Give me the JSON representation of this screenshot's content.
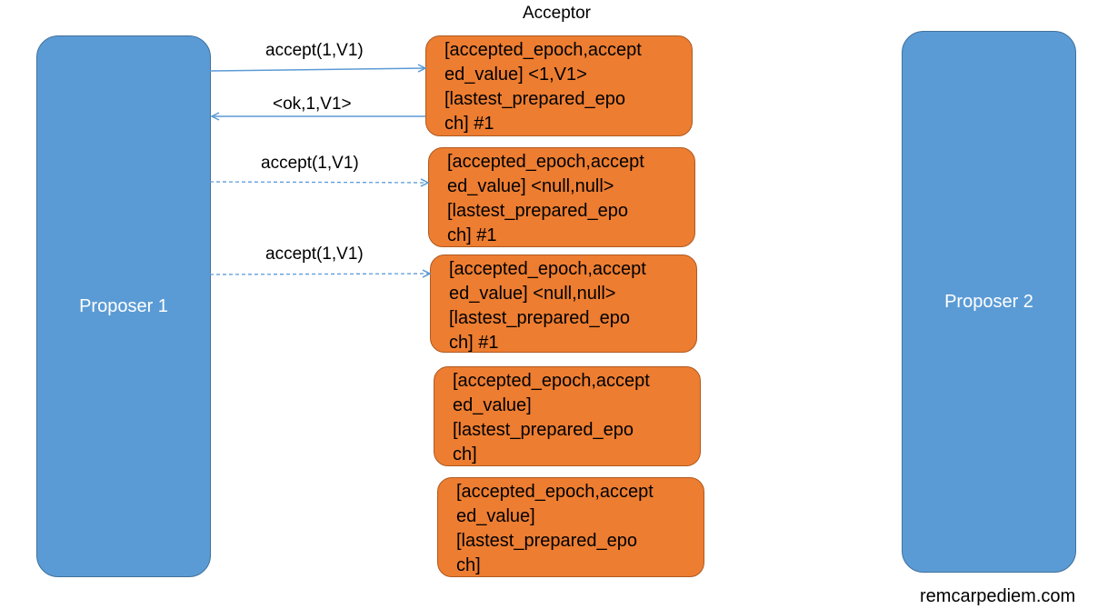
{
  "acceptor": {
    "title": "Acceptor",
    "boxes": [
      {
        "lines": [
          "[accepted_epoch,accept",
          "ed_value] <1,V1>",
          "[lastest_prepared_epo",
          "ch] #1"
        ]
      },
      {
        "lines": [
          "[accepted_epoch,accept",
          "ed_value] <null,null>",
          "[lastest_prepared_epo",
          "ch] #1"
        ]
      },
      {
        "lines": [
          "[accepted_epoch,accept",
          "ed_value] <null,null>",
          "[lastest_prepared_epo",
          "ch] #1"
        ]
      },
      {
        "lines": [
          "[accepted_epoch,accept",
          "ed_value]",
          "[lastest_prepared_epo",
          "ch]"
        ]
      },
      {
        "lines": [
          "[accepted_epoch,accept",
          "ed_value]",
          "[lastest_prepared_epo",
          "ch]"
        ]
      }
    ]
  },
  "proposers": [
    {
      "label": "Proposer 1"
    },
    {
      "label": "Proposer 2"
    }
  ],
  "messages": [
    {
      "label": "accept(1,V1)",
      "style": "solid",
      "direction": "to-acceptor"
    },
    {
      "label": "<ok,1,V1>",
      "style": "solid",
      "direction": "to-proposer"
    },
    {
      "label": "accept(1,V1)",
      "style": "dashed",
      "direction": "to-acceptor"
    },
    {
      "label": "accept(1,V1)",
      "style": "dashed",
      "direction": "to-acceptor"
    }
  ],
  "watermark": "remcarpediem.com",
  "colors": {
    "proposer_fill": "#5b9bd5",
    "acceptor_fill": "#ed7d31",
    "arrow": "#5b9bd5"
  }
}
